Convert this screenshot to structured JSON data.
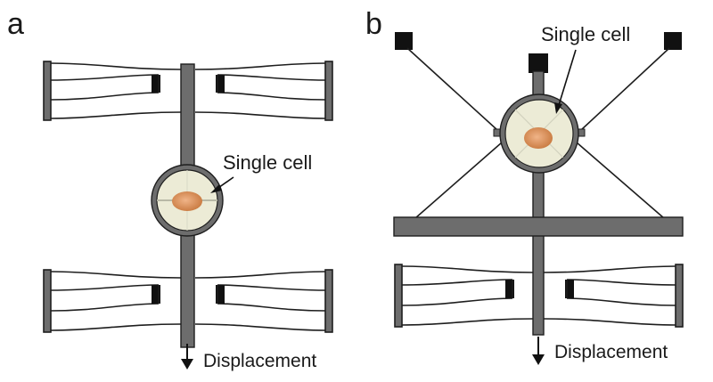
{
  "panels": [
    {
      "letter": "a",
      "cell_label": "Single cell",
      "displacement_label": "Displacement"
    },
    {
      "letter": "b",
      "cell_label": "Single cell",
      "displacement_label": "Displacement"
    }
  ],
  "colors": {
    "frame_gray": "#6d6d6d",
    "outline": "#1e1e1e",
    "chamber_fill": "#ecebd6",
    "cell_fill": "#d98c55",
    "anchor_black": "#111111"
  }
}
